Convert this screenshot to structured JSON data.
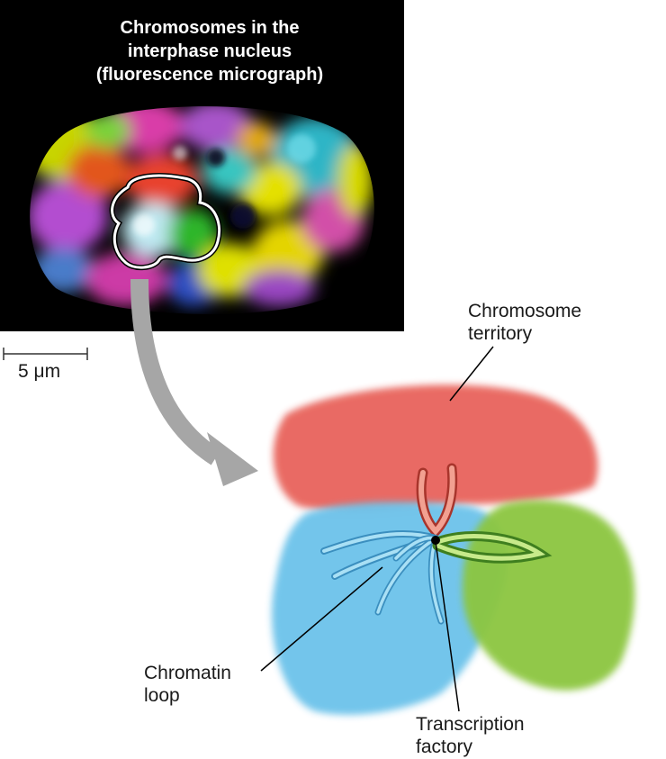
{
  "micrograph": {
    "title_lines": [
      "Chromosomes in the",
      "interphase nucleus",
      "(fluorescence micrograph)"
    ],
    "scale_bar_label": "5 μm"
  },
  "labels": {
    "chromosome_territory": [
      "Chromosome",
      "territory"
    ],
    "chromatin_loop": [
      "Chromatin",
      "loop"
    ],
    "transcription_factory": [
      "Transcription",
      "factory"
    ]
  },
  "colors": {
    "micrograph_background": "#000000",
    "territory_red": "#e8635b",
    "territory_blue": "#6cc2ea",
    "territory_green": "#8cc63f",
    "arrow_gray": "#a6a6a6"
  }
}
